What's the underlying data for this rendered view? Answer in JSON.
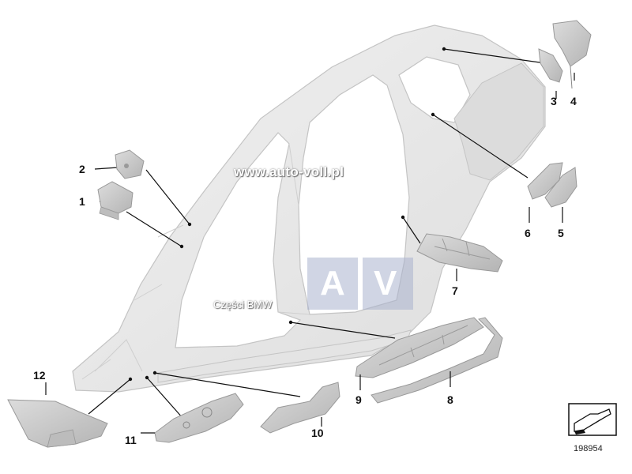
{
  "callouts": [
    {
      "id": "1",
      "label": "1"
    },
    {
      "id": "2",
      "label": "2"
    },
    {
      "id": "3",
      "label": "3"
    },
    {
      "id": "4",
      "label": "4"
    },
    {
      "id": "5",
      "label": "5"
    },
    {
      "id": "6",
      "label": "6"
    },
    {
      "id": "7",
      "label": "7"
    },
    {
      "id": "8",
      "label": "8"
    },
    {
      "id": "9",
      "label": "9"
    },
    {
      "id": "10",
      "label": "10"
    },
    {
      "id": "11",
      "label": "11"
    },
    {
      "id": "12",
      "label": "12"
    }
  ],
  "watermark": {
    "url": "www.auto-voll.pl",
    "tagline": "Części BMW",
    "logo_left": "A",
    "logo_right": "V"
  },
  "reference_number": "198954",
  "colors": {
    "body_shell": "#e8e8e8",
    "body_outline": "#c8c8c8",
    "part_fill": "#d2d2d2",
    "part_dark": "#a8a8a8",
    "leader_line": "#111111"
  }
}
